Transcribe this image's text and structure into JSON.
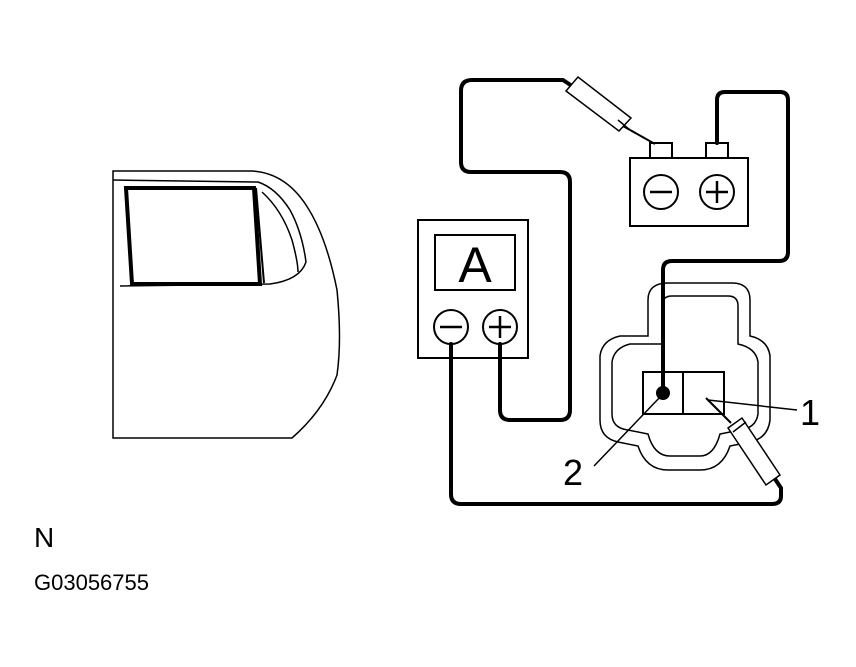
{
  "diagram": {
    "view_label": "N",
    "figure_id": "G03056755",
    "ammeter": {
      "symbol": "A",
      "negative_symbol": "−",
      "positive_symbol": "+"
    },
    "battery": {
      "negative_symbol": "−",
      "positive_symbol": "+"
    },
    "callouts": [
      {
        "label": "1"
      },
      {
        "label": "2"
      }
    ]
  },
  "colors": {
    "line": "#000000",
    "background": "#ffffff"
  }
}
